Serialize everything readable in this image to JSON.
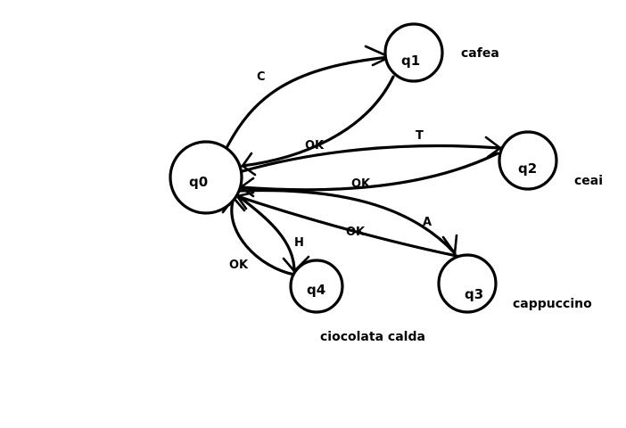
{
  "states": {
    "q0": {
      "label": "q0"
    },
    "q1": {
      "label": "q1"
    },
    "q2": {
      "label": "q2"
    },
    "q3": {
      "label": "q3"
    },
    "q4": {
      "label": "q4"
    }
  },
  "outputs": {
    "q1": "cafea",
    "q2": "ceai",
    "q3": "cappuccino",
    "q4": "ciocolata calda"
  },
  "transitions": {
    "q0_q1": {
      "from": "q0",
      "to": "q1",
      "label": "C"
    },
    "q1_q0": {
      "from": "q1",
      "to": "q0",
      "label": "OK"
    },
    "q0_q2": {
      "from": "q0",
      "to": "q2",
      "label": "T"
    },
    "q2_q0": {
      "from": "q2",
      "to": "q0",
      "label": "OK"
    },
    "q0_q3": {
      "from": "q0",
      "to": "q3",
      "label": "A"
    },
    "q3_q0": {
      "from": "q3",
      "to": "q0",
      "label": "OK"
    },
    "q0_q4": {
      "from": "q0",
      "to": "q4",
      "label": "H"
    },
    "q4_q0": {
      "from": "q4",
      "to": "q0",
      "label": "OK"
    }
  }
}
